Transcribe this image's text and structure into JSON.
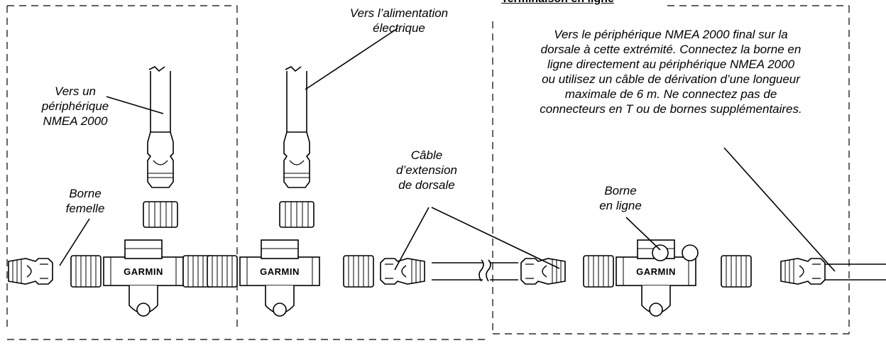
{
  "labels": {
    "vers_un_peripherique": [
      "Vers un",
      "périphérique",
      "NMEA 2000"
    ],
    "vers_alimentation": [
      "Vers l’alimentation",
      "électrique"
    ],
    "borne_femelle": [
      "Borne",
      "femelle"
    ],
    "cable_extension": [
      "Câble",
      "d’extension",
      "de dorsale"
    ],
    "borne_en_ligne": [
      "Borne",
      "en ligne"
    ],
    "note": [
      "Vers le périphérique NMEA 2000 final sur la",
      "dorsale à cette extrémité. Connectez la borne en",
      "ligne directement au périphérique NMEA 2000",
      "ou utilisez un câble de dérivation d’une longueur",
      "maximale de 6 m. Ne connectez pas de",
      "connecteurs en T ou de bornes supplémentaires."
    ],
    "heading": "Terminaison en ligne"
  },
  "brand": "GARMIN",
  "colors": {
    "line": "#000000",
    "fill": "#ffffff"
  }
}
